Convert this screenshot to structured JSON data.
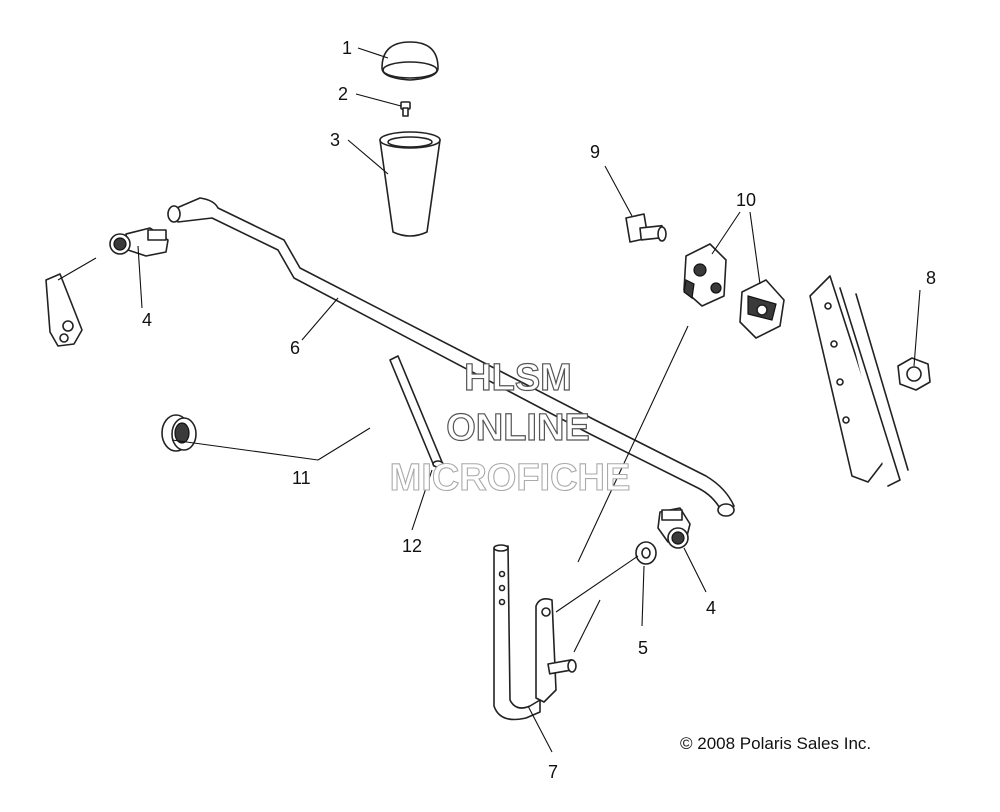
{
  "watermark": {
    "line1": "HLSM",
    "line2": "ONLINE",
    "line3": "MICROFICHE"
  },
  "copyright": "© 2008 Polaris Sales Inc.",
  "callouts": {
    "c1": "1",
    "c2": "2",
    "c3": "3",
    "c4a": "4",
    "c4b": "4",
    "c5": "5",
    "c6": "6",
    "c7": "7",
    "c8": "8",
    "c9": "9",
    "c10": "10",
    "c11": "11",
    "c12": "12"
  },
  "colors": {
    "line": "#222222",
    "background": "#ffffff"
  }
}
